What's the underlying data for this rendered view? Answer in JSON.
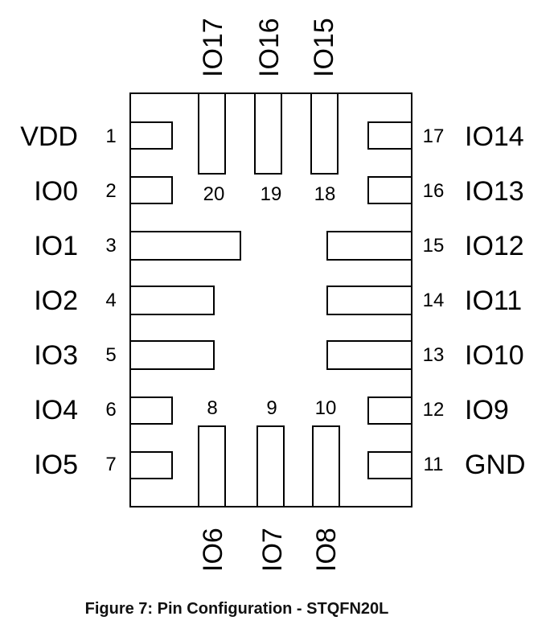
{
  "figure": {
    "caption": "Figure 7: Pin Configuration - STQFN20L",
    "package": "STQFN20L"
  },
  "colors": {
    "line": "#000000",
    "text": "#000000",
    "background": "#ffffff"
  },
  "pins": [
    {
      "number": "1",
      "name": "VDD"
    },
    {
      "number": "2",
      "name": "IO0"
    },
    {
      "number": "3",
      "name": "IO1"
    },
    {
      "number": "4",
      "name": "IO2"
    },
    {
      "number": "5",
      "name": "IO3"
    },
    {
      "number": "6",
      "name": "IO4"
    },
    {
      "number": "7",
      "name": "IO5"
    },
    {
      "number": "8",
      "name": "IO6"
    },
    {
      "number": "9",
      "name": "IO7"
    },
    {
      "number": "10",
      "name": "IO8"
    },
    {
      "number": "11",
      "name": "GND"
    },
    {
      "number": "12",
      "name": "IO9"
    },
    {
      "number": "13",
      "name": "IO10"
    },
    {
      "number": "14",
      "name": "IO11"
    },
    {
      "number": "15",
      "name": "IO12"
    },
    {
      "number": "16",
      "name": "IO13"
    },
    {
      "number": "17",
      "name": "IO14"
    },
    {
      "number": "18",
      "name": "IO15"
    },
    {
      "number": "19",
      "name": "IO16"
    },
    {
      "number": "20",
      "name": "IO17"
    }
  ]
}
